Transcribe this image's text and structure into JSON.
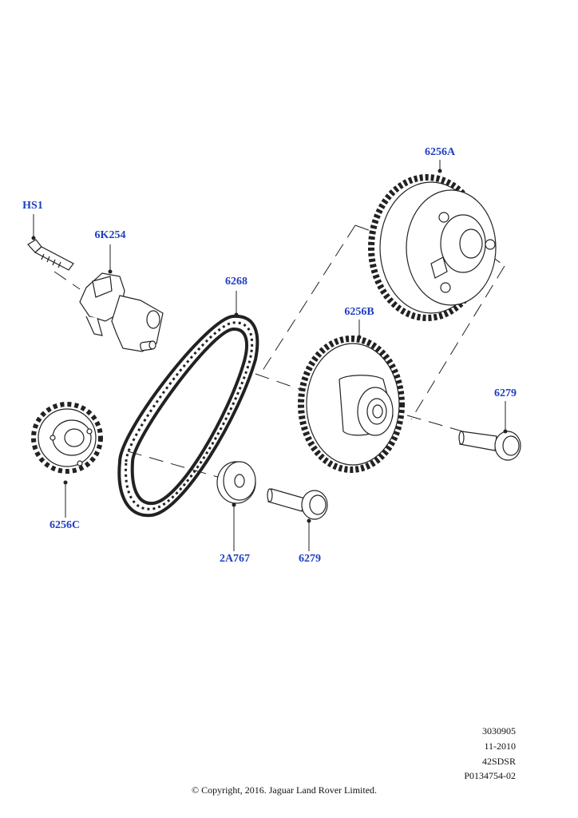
{
  "callouts": {
    "hs1": "HS1",
    "k254": "6K254",
    "chain": "6268",
    "gear_a": "6256A",
    "gear_b": "6256B",
    "gear_c": "6256C",
    "washer": "2A767",
    "bolt_mid": "6279",
    "bolt_right": "6279"
  },
  "meta": {
    "line1": "3030905",
    "line2": "11-2010",
    "line3": "42SDSR",
    "line4": "P0134754-02"
  },
  "copyright": "© Copyright, 2016. Jaguar Land Rover Limited."
}
